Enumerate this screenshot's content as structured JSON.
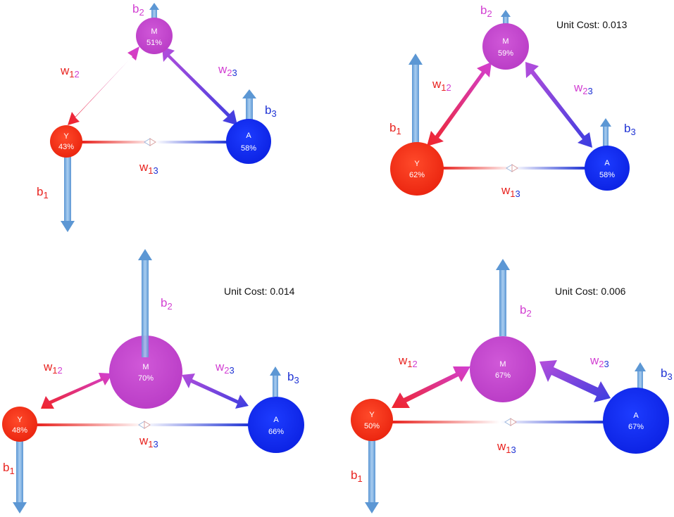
{
  "diagrams": [
    {
      "unit_cost": "",
      "nodes": [
        {
          "id": "Y",
          "label": "Y",
          "value": "43%"
        },
        {
          "id": "M",
          "label": "M",
          "value": "51%"
        },
        {
          "id": "A",
          "label": "A",
          "value": "58%"
        }
      ],
      "edges": [
        {
          "id": "w12",
          "label": "w",
          "sub_a": "1",
          "sub_b": "2"
        },
        {
          "id": "w23",
          "label": "w",
          "sub_a": "2",
          "sub_b": "3"
        },
        {
          "id": "w13",
          "label": "w",
          "sub_a": "1",
          "sub_b": "3"
        }
      ],
      "flows": [
        {
          "id": "b1",
          "label": "b",
          "sub": "1"
        },
        {
          "id": "b2",
          "label": "b",
          "sub": "2"
        },
        {
          "id": "b3",
          "label": "b",
          "sub": "3"
        }
      ]
    },
    {
      "unit_cost": "Unit Cost: 0.013",
      "nodes": [
        {
          "id": "Y",
          "label": "Y",
          "value": "62%"
        },
        {
          "id": "M",
          "label": "M",
          "value": "59%"
        },
        {
          "id": "A",
          "label": "A",
          "value": "58%"
        }
      ],
      "edges": [
        {
          "id": "w12",
          "label": "w",
          "sub_a": "1",
          "sub_b": "2"
        },
        {
          "id": "w23",
          "label": "w",
          "sub_a": "2",
          "sub_b": "3"
        },
        {
          "id": "w13",
          "label": "w",
          "sub_a": "1",
          "sub_b": "3"
        }
      ],
      "flows": [
        {
          "id": "b1",
          "label": "b",
          "sub": "1"
        },
        {
          "id": "b2",
          "label": "b",
          "sub": "2"
        },
        {
          "id": "b3",
          "label": "b",
          "sub": "3"
        }
      ]
    },
    {
      "unit_cost": "Unit Cost: 0.014",
      "nodes": [
        {
          "id": "Y",
          "label": "Y",
          "value": "48%"
        },
        {
          "id": "M",
          "label": "M",
          "value": "70%"
        },
        {
          "id": "A",
          "label": "A",
          "value": "66%"
        }
      ],
      "edges": [
        {
          "id": "w12",
          "label": "w",
          "sub_a": "1",
          "sub_b": "2"
        },
        {
          "id": "w23",
          "label": "w",
          "sub_a": "2",
          "sub_b": "3"
        },
        {
          "id": "w13",
          "label": "w",
          "sub_a": "1",
          "sub_b": "3"
        }
      ],
      "flows": [
        {
          "id": "b1",
          "label": "b",
          "sub": "1"
        },
        {
          "id": "b2",
          "label": "b",
          "sub": "2"
        },
        {
          "id": "b3",
          "label": "b",
          "sub": "3"
        }
      ]
    },
    {
      "unit_cost": "Unit Cost: 0.006",
      "nodes": [
        {
          "id": "Y",
          "label": "Y",
          "value": "50%"
        },
        {
          "id": "M",
          "label": "M",
          "value": "67%"
        },
        {
          "id": "A",
          "label": "A",
          "value": "67%"
        }
      ],
      "edges": [
        {
          "id": "w12",
          "label": "w",
          "sub_a": "1",
          "sub_b": "2"
        },
        {
          "id": "w23",
          "label": "w",
          "sub_a": "2",
          "sub_b": "3"
        },
        {
          "id": "w13",
          "label": "w",
          "sub_a": "1",
          "sub_b": "3"
        }
      ],
      "flows": [
        {
          "id": "b2",
          "label": "b",
          "sub": "2"
        },
        {
          "id": "b3",
          "label": "b",
          "sub": "3"
        },
        {
          "id": "b1",
          "label": "b",
          "sub": "1"
        }
      ]
    }
  ],
  "colors": {
    "y_node": "#f5260f",
    "m_node": "#c33fcb",
    "a_node": "#0a22ee",
    "flow_arrow": "#7cb1e2",
    "label_red": "#e8231f",
    "label_magenta": "#d23fd2",
    "label_blue": "#1f33d4"
  }
}
